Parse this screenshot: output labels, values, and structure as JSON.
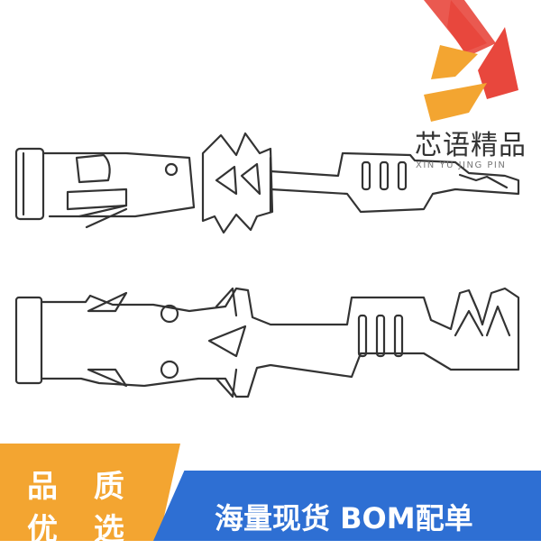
{
  "logo": {
    "name": "芯语精品",
    "pinyin": "XIN YU JING PIN",
    "colors": {
      "red": "#e8473d",
      "orange": "#f3a531"
    }
  },
  "banner": {
    "quality_line1": "品 质",
    "quality_line2": "优 选",
    "slogan": "海量现货 BOM配单",
    "colors": {
      "orange": "#f3a531",
      "blue": "#2e6fd3"
    }
  },
  "drawing": {
    "subject": "crimp-terminal-pin"
  }
}
